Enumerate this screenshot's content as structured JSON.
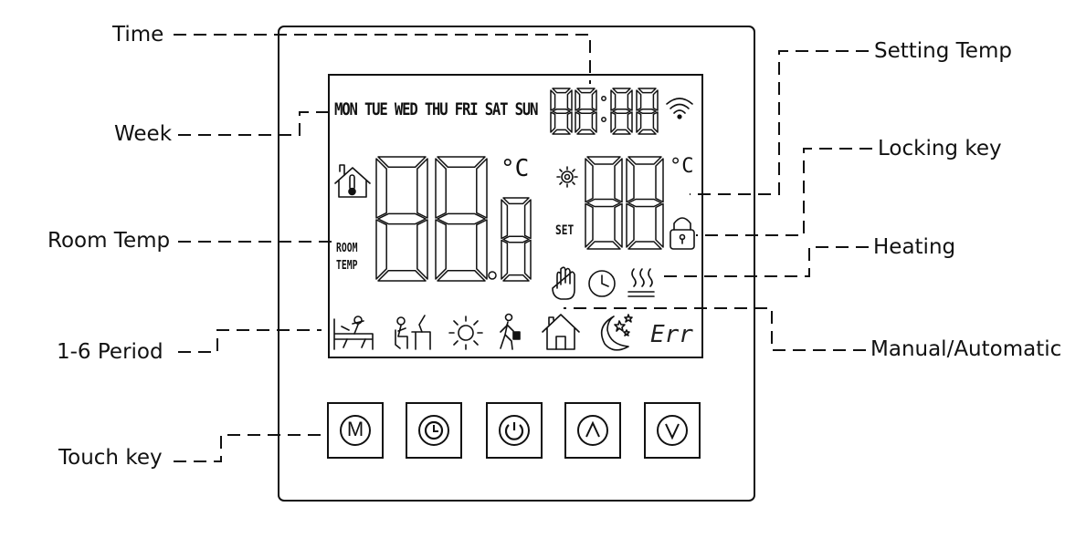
{
  "labels": {
    "time": "Time",
    "week": "Week",
    "room_temp": "Room Temp",
    "period": "1-6 Period",
    "touch_key": "Touch key",
    "setting_temp": "Setting Temp",
    "locking_key": "Locking key",
    "heating": "Heating",
    "manual_automatic": "Manual/Automatic"
  },
  "lcd": {
    "weekdays": [
      "MON",
      "TUE",
      "WED",
      "THU",
      "FRI",
      "SAT",
      "SUN"
    ],
    "room_unit": "°C",
    "set_unit": "°C",
    "room_label_1": "ROOM",
    "room_label_2": "TEMP",
    "set_label": "SET",
    "err_label": "Err"
  },
  "icons": {
    "status": [
      "wifi-icon",
      "house-thermometer-icon",
      "gear-icon",
      "lock-icon",
      "hand-icon",
      "clock-icon",
      "heating-icon"
    ],
    "periods": [
      "wake-up-icon",
      "work-desk-icon",
      "sun-icon",
      "leave-walking-icon",
      "home-icon",
      "moon-stars-icon"
    ]
  },
  "keys": [
    {
      "name": "mode-key",
      "glyph": "M"
    },
    {
      "name": "clock-key",
      "glyph": "clock-icon"
    },
    {
      "name": "power-key",
      "glyph": "power-icon"
    },
    {
      "name": "up-key",
      "glyph": "chevron-up-icon"
    },
    {
      "name": "down-key",
      "glyph": "chevron-down-icon"
    }
  ]
}
